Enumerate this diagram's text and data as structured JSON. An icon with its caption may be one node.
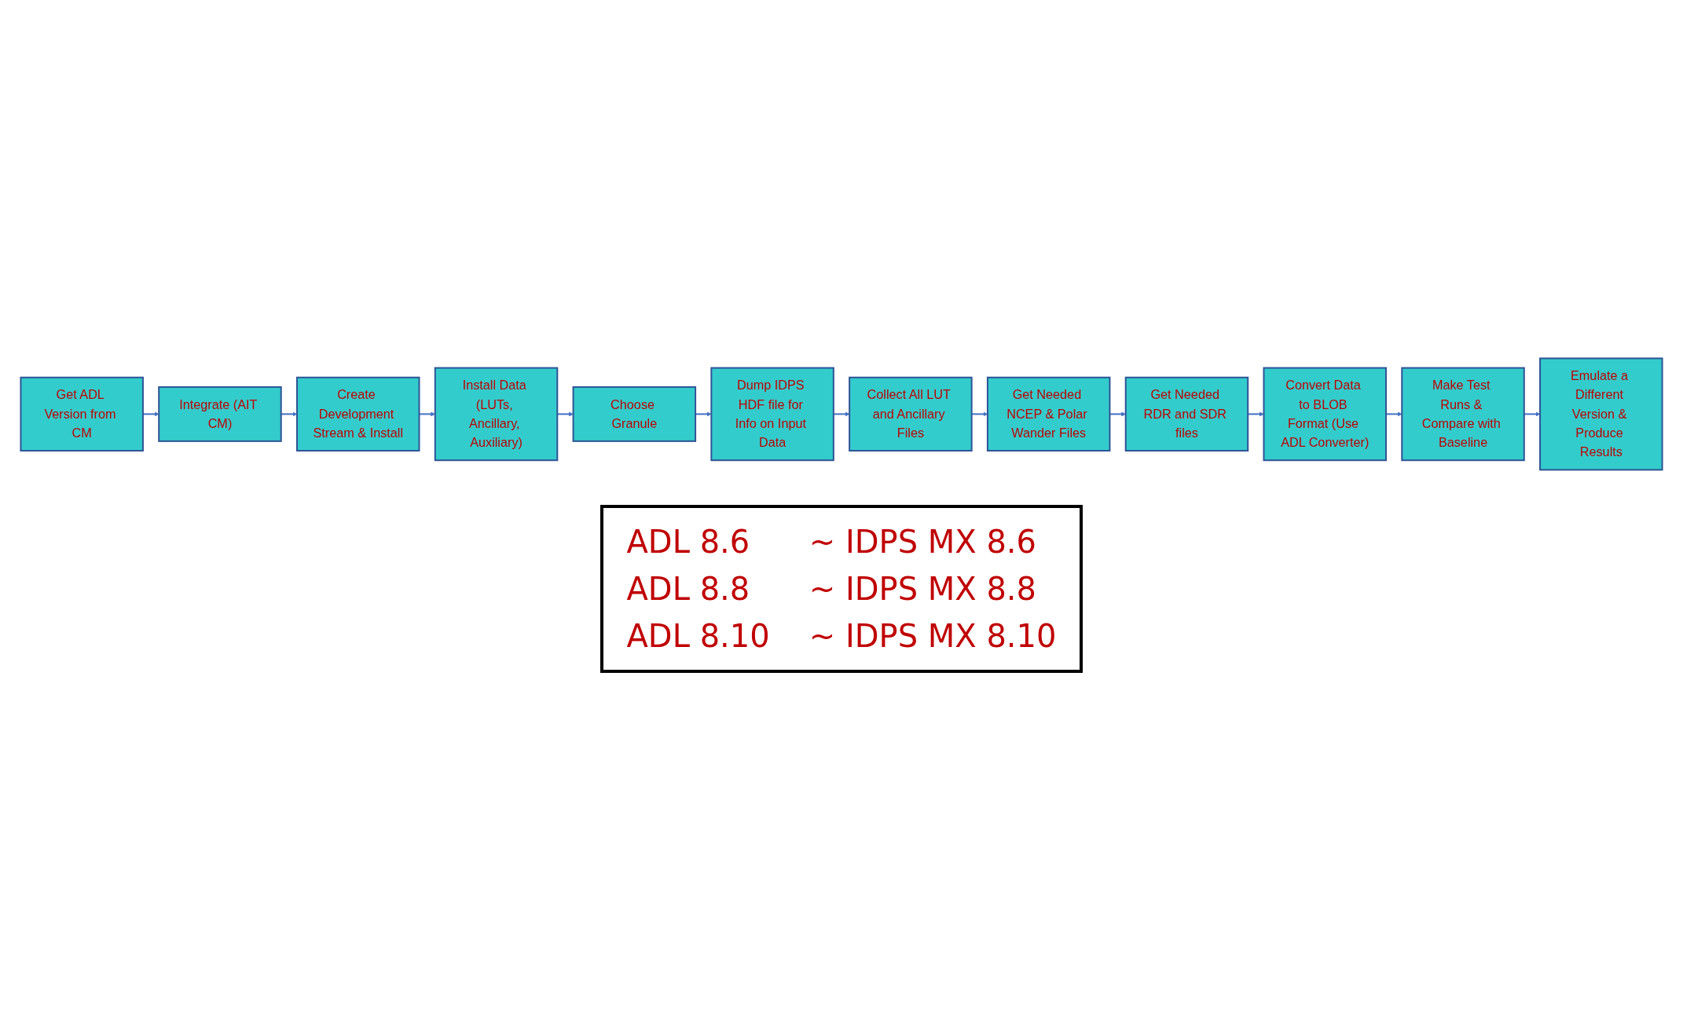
{
  "diagram": {
    "nodes": [
      {
        "text": [
          "Get ADL Version from CM"
        ]
      },
      {
        "text": [
          "Integrate (AIT CM)"
        ]
      },
      {
        "text": [
          "Create Development Stream & Install"
        ]
      },
      {
        "text": [
          "Install Data (LUTs, Ancillary, Auxiliary)"
        ]
      },
      {
        "text": [
          "Choose Granule"
        ]
      },
      {
        "text": [
          "Dump IDPS HDF file for Info on Input Data"
        ]
      },
      {
        "text": [
          "Collect All LUT and Ancillary Files"
        ]
      },
      {
        "text": [
          "Get Needed NCEP & Polar Wander Files"
        ]
      },
      {
        "text": [
          "Get Needed RDR and SDR files"
        ]
      },
      {
        "text": [
          "Convert Data to BLOB Format (Use ADL Converter)"
        ]
      },
      {
        "text": [
          "Make Test Runs & Compare with Baseline"
        ]
      },
      {
        "text": [
          "Emulate a Different Version & Produce Results"
        ]
      }
    ],
    "edges": [
      {
        "from": 0,
        "to": 1,
        "arrow": "to"
      },
      {
        "from": 1,
        "to": 2,
        "arrow": "to"
      },
      {
        "from": 2,
        "to": 3,
        "arrow": "to"
      },
      {
        "from": 3,
        "to": 4,
        "arrow": "to"
      },
      {
        "from": 4,
        "to": 5,
        "arrow": "to"
      },
      {
        "from": 5,
        "to": 6,
        "arrow": "to"
      },
      {
        "from": 6,
        "to": 7,
        "arrow": "to"
      },
      {
        "from": 7,
        "to": 8,
        "arrow": "to"
      },
      {
        "from": 8,
        "to": 9,
        "arrow": "to"
      },
      {
        "from": 9,
        "to": 10,
        "arrow": "to"
      },
      {
        "from": 10,
        "to": 11,
        "arrow": "to"
      }
    ],
    "labels": [
      "ADL 8.6",
      "~ IDPS MX 8.6",
      "ADL 8.8",
      "~ IDPS MX 8.8",
      "ADL 8.10",
      "~ IDPS MX 8.10"
    ]
  }
}
